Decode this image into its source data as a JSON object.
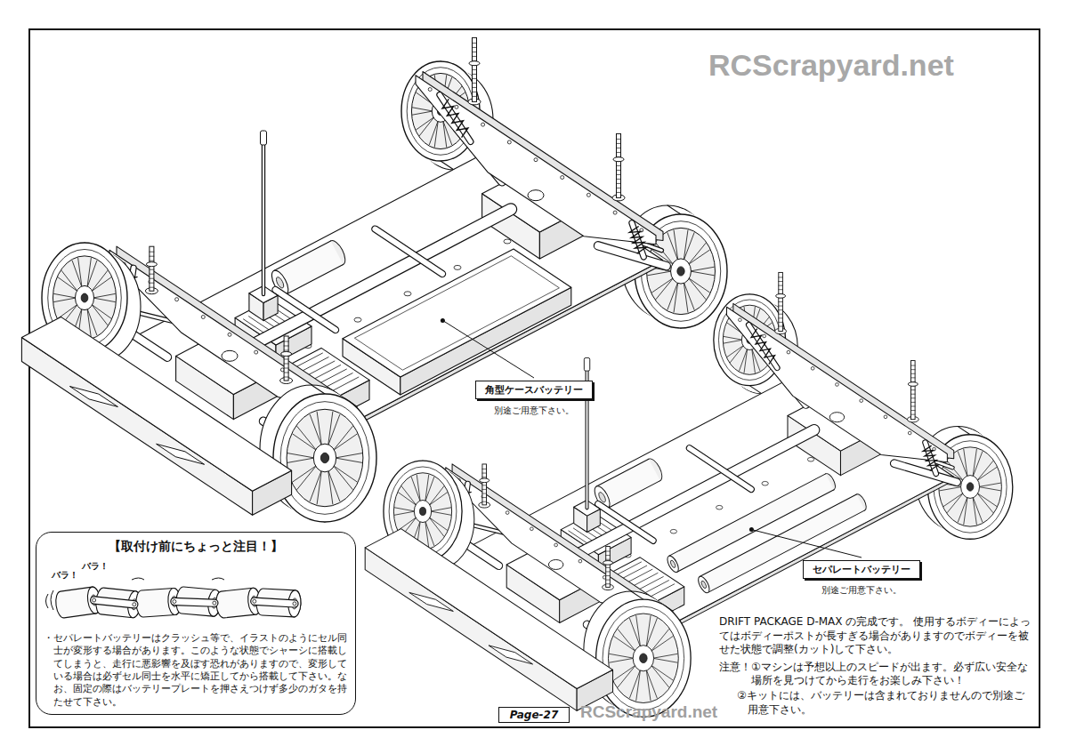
{
  "diagram": {
    "nodes": [
      {
        "text": [
          "角型ケースバッテリー"
        ]
      },
      {
        "text": [
          "セパレートバッテリー"
        ]
      },
      {
        "text": [
          "【取付け前にちょっと注目！】",
          "・セパレートバッテリーはクラッシュ等で、イラストのようにセル同士が変形する場合があります。このような状態でシャーシに搭載してしまうと、走行に悪影響を及ぼす恐れがありますので、変形している場合は必ずセル同士を水平に矯正してから搭載して下さい。なお、固定の際はバッテリープレートを押さえつけず多少のガタを持たせて下さい。"
        ]
      }
    ],
    "labels": [
      "バラ！",
      "バラ！",
      "別途ご用意下さい。",
      "別途ご用意下さい。",
      "Page-27",
      "DRIFT PACKAGE D-MAX の完成です。 使用するボディーによってはボディーポストが長すぎる場合がありますのでボディーを被せた状態で調整(カット)して下さい。",
      "注意！①マシンは予想以上のスピードが出ます。必ず広い安全な場所を見つけてから走行をお楽しみ下さい！",
      "②キットには、バッテリーは含まれておりませんので別途ご用意下さい。",
      "RCScrapyard.net",
      "RCScrapyard.net"
    ]
  }
}
